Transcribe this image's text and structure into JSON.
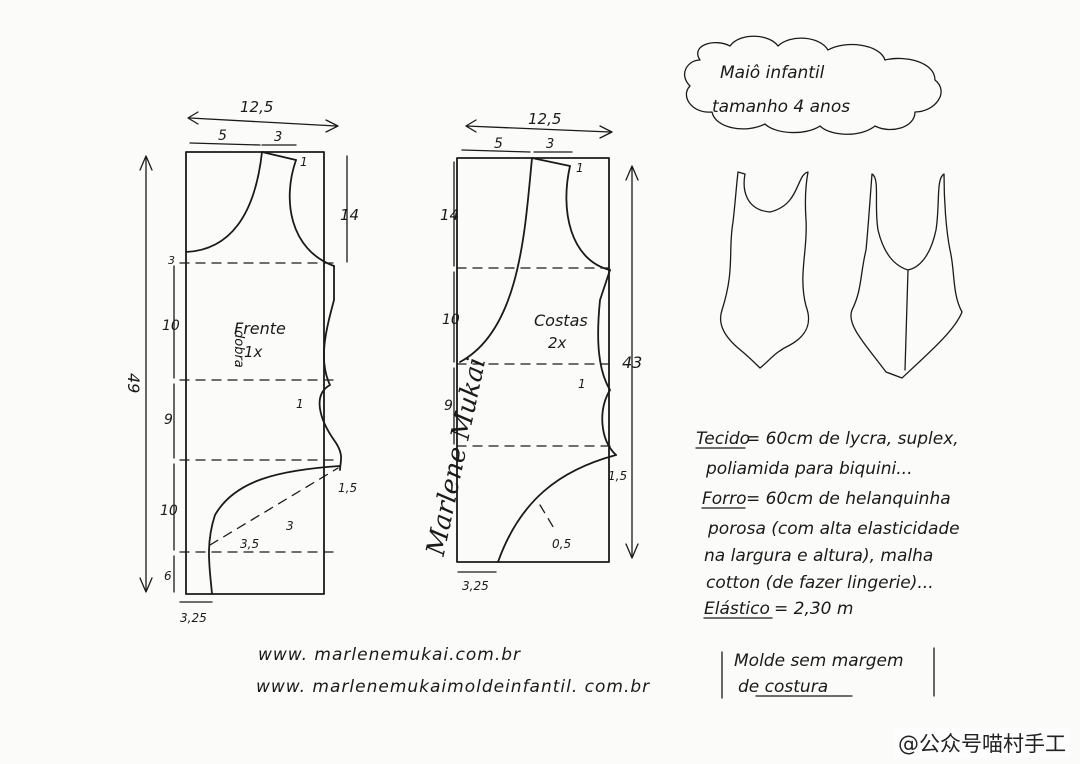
{
  "title_bubble": {
    "line1": "Maiô infantil",
    "line2": "tamanho 4 anos"
  },
  "front": {
    "name": "Frente",
    "qty": "1x",
    "fold": "dobra",
    "width": "12,5",
    "top_left": "5",
    "top_right": "3",
    "shoulder_drop": "1",
    "armhole": "14",
    "total_height": "49",
    "seg_a": "10",
    "seg_b": "9",
    "seg_c": "10",
    "seg_d": "6",
    "gap_top": "3",
    "side_in": "1",
    "side_out": "1,5",
    "leg_1": "3",
    "leg_2": "3,5",
    "crotch": "3,25"
  },
  "back": {
    "name": "Costas",
    "qty": "2x",
    "width": "12,5",
    "top_left": "5",
    "top_right": "3",
    "shoulder_drop": "1",
    "armhole": "14",
    "total_height": "43",
    "seg_a": "10",
    "seg_b": "9",
    "side_in": "1",
    "side_out": "1,5",
    "leg": "0,5",
    "crotch": "3,25"
  },
  "signature": "Marlene Mukai",
  "materials": {
    "fabric_label": "Tecido",
    "fabric_l1": "= 60cm de lycra, suplex,",
    "fabric_l2": "poliamida para biquini...",
    "lining_label": "Forro",
    "lining_l1": "= 60cm de helanquinha",
    "lining_l2": "porosa (com alta elasticidade",
    "lining_l3": "na largura e altura), malha",
    "lining_l4": "cotton (de fazer lingerie)...",
    "elastic_label": "Elástico",
    "elastic_l1": "= 2,30 m"
  },
  "note": {
    "line1": "Molde sem margem",
    "line2": "de costura"
  },
  "urls": {
    "url1": "www. marlenemukai.com.br",
    "url2": "www. marlenemukaimoldeinfantil. com.br"
  },
  "watermark": "@公众号喵村手工"
}
